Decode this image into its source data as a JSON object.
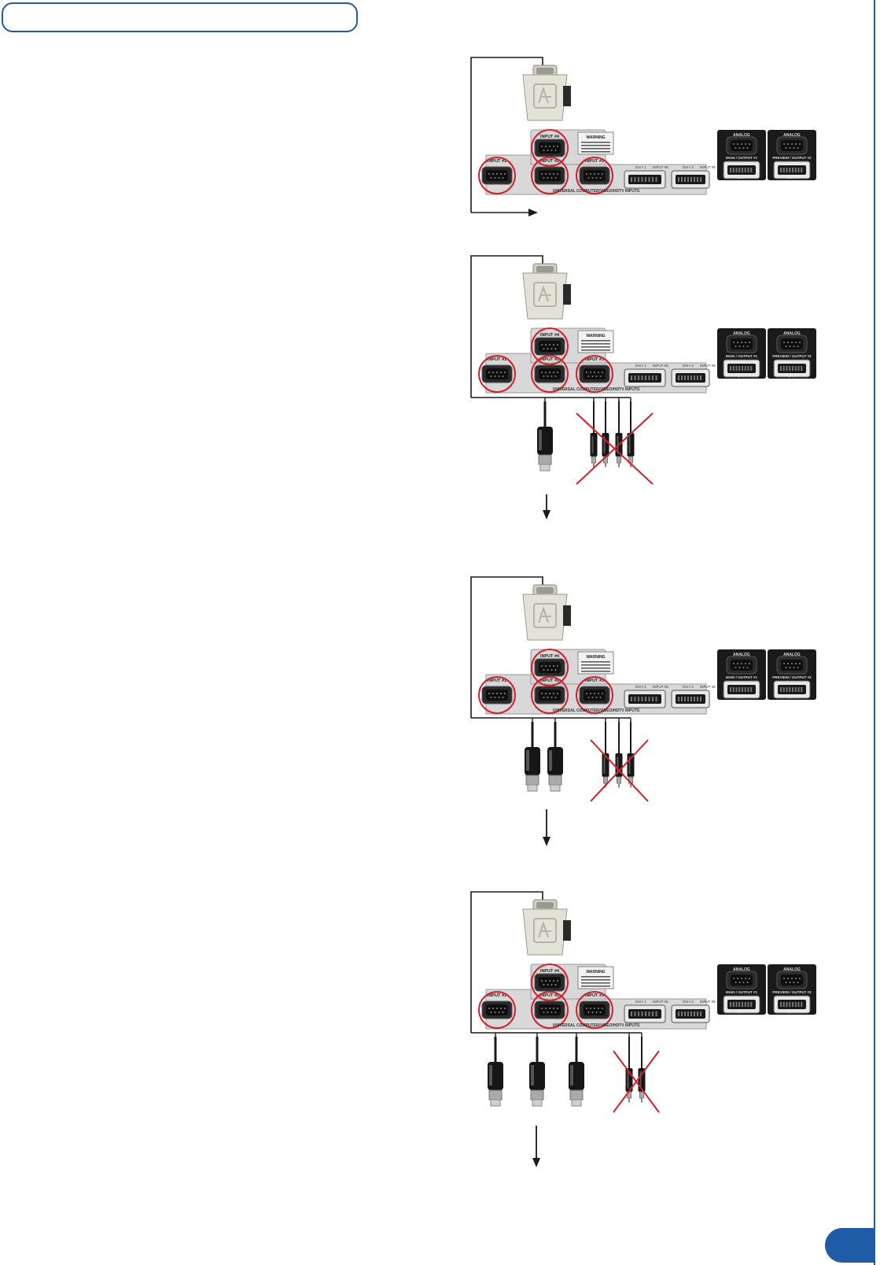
{
  "header": {
    "title": ""
  },
  "panel": {
    "inputs": [
      "INPUT #1",
      "INPUT #2",
      "INPUT #3",
      "INPUT #4"
    ],
    "section_label": "UNIVERSAL COMPUTER/VIDEO/HDTV INPUTS",
    "dvi_labels": [
      "DVI-I 1",
      "INPUT #5",
      "DVI-I 2",
      "INPUT #6"
    ],
    "warning": "WARNING",
    "outputs": {
      "analog_label": "ANALOG",
      "main": "MAIN / OUTPUT #1",
      "preview": "PREVIEW / OUTPUT #2",
      "dvi1": "DVI-I",
      "dvi2": "DVI-I"
    }
  },
  "diagrams": [
    {
      "bnc_active": 0,
      "bnc_crossed": 0
    },
    {
      "bnc_active": 1,
      "bnc_crossed": 4
    },
    {
      "bnc_active": 2,
      "bnc_crossed": 3
    },
    {
      "bnc_active": 3,
      "bnc_crossed": 2
    }
  ],
  "colors": {
    "accent": "#1f5ba6",
    "highlight": "#d4202c",
    "panel": "#d8d8d8",
    "panel_dark": "#1a1a1a"
  }
}
